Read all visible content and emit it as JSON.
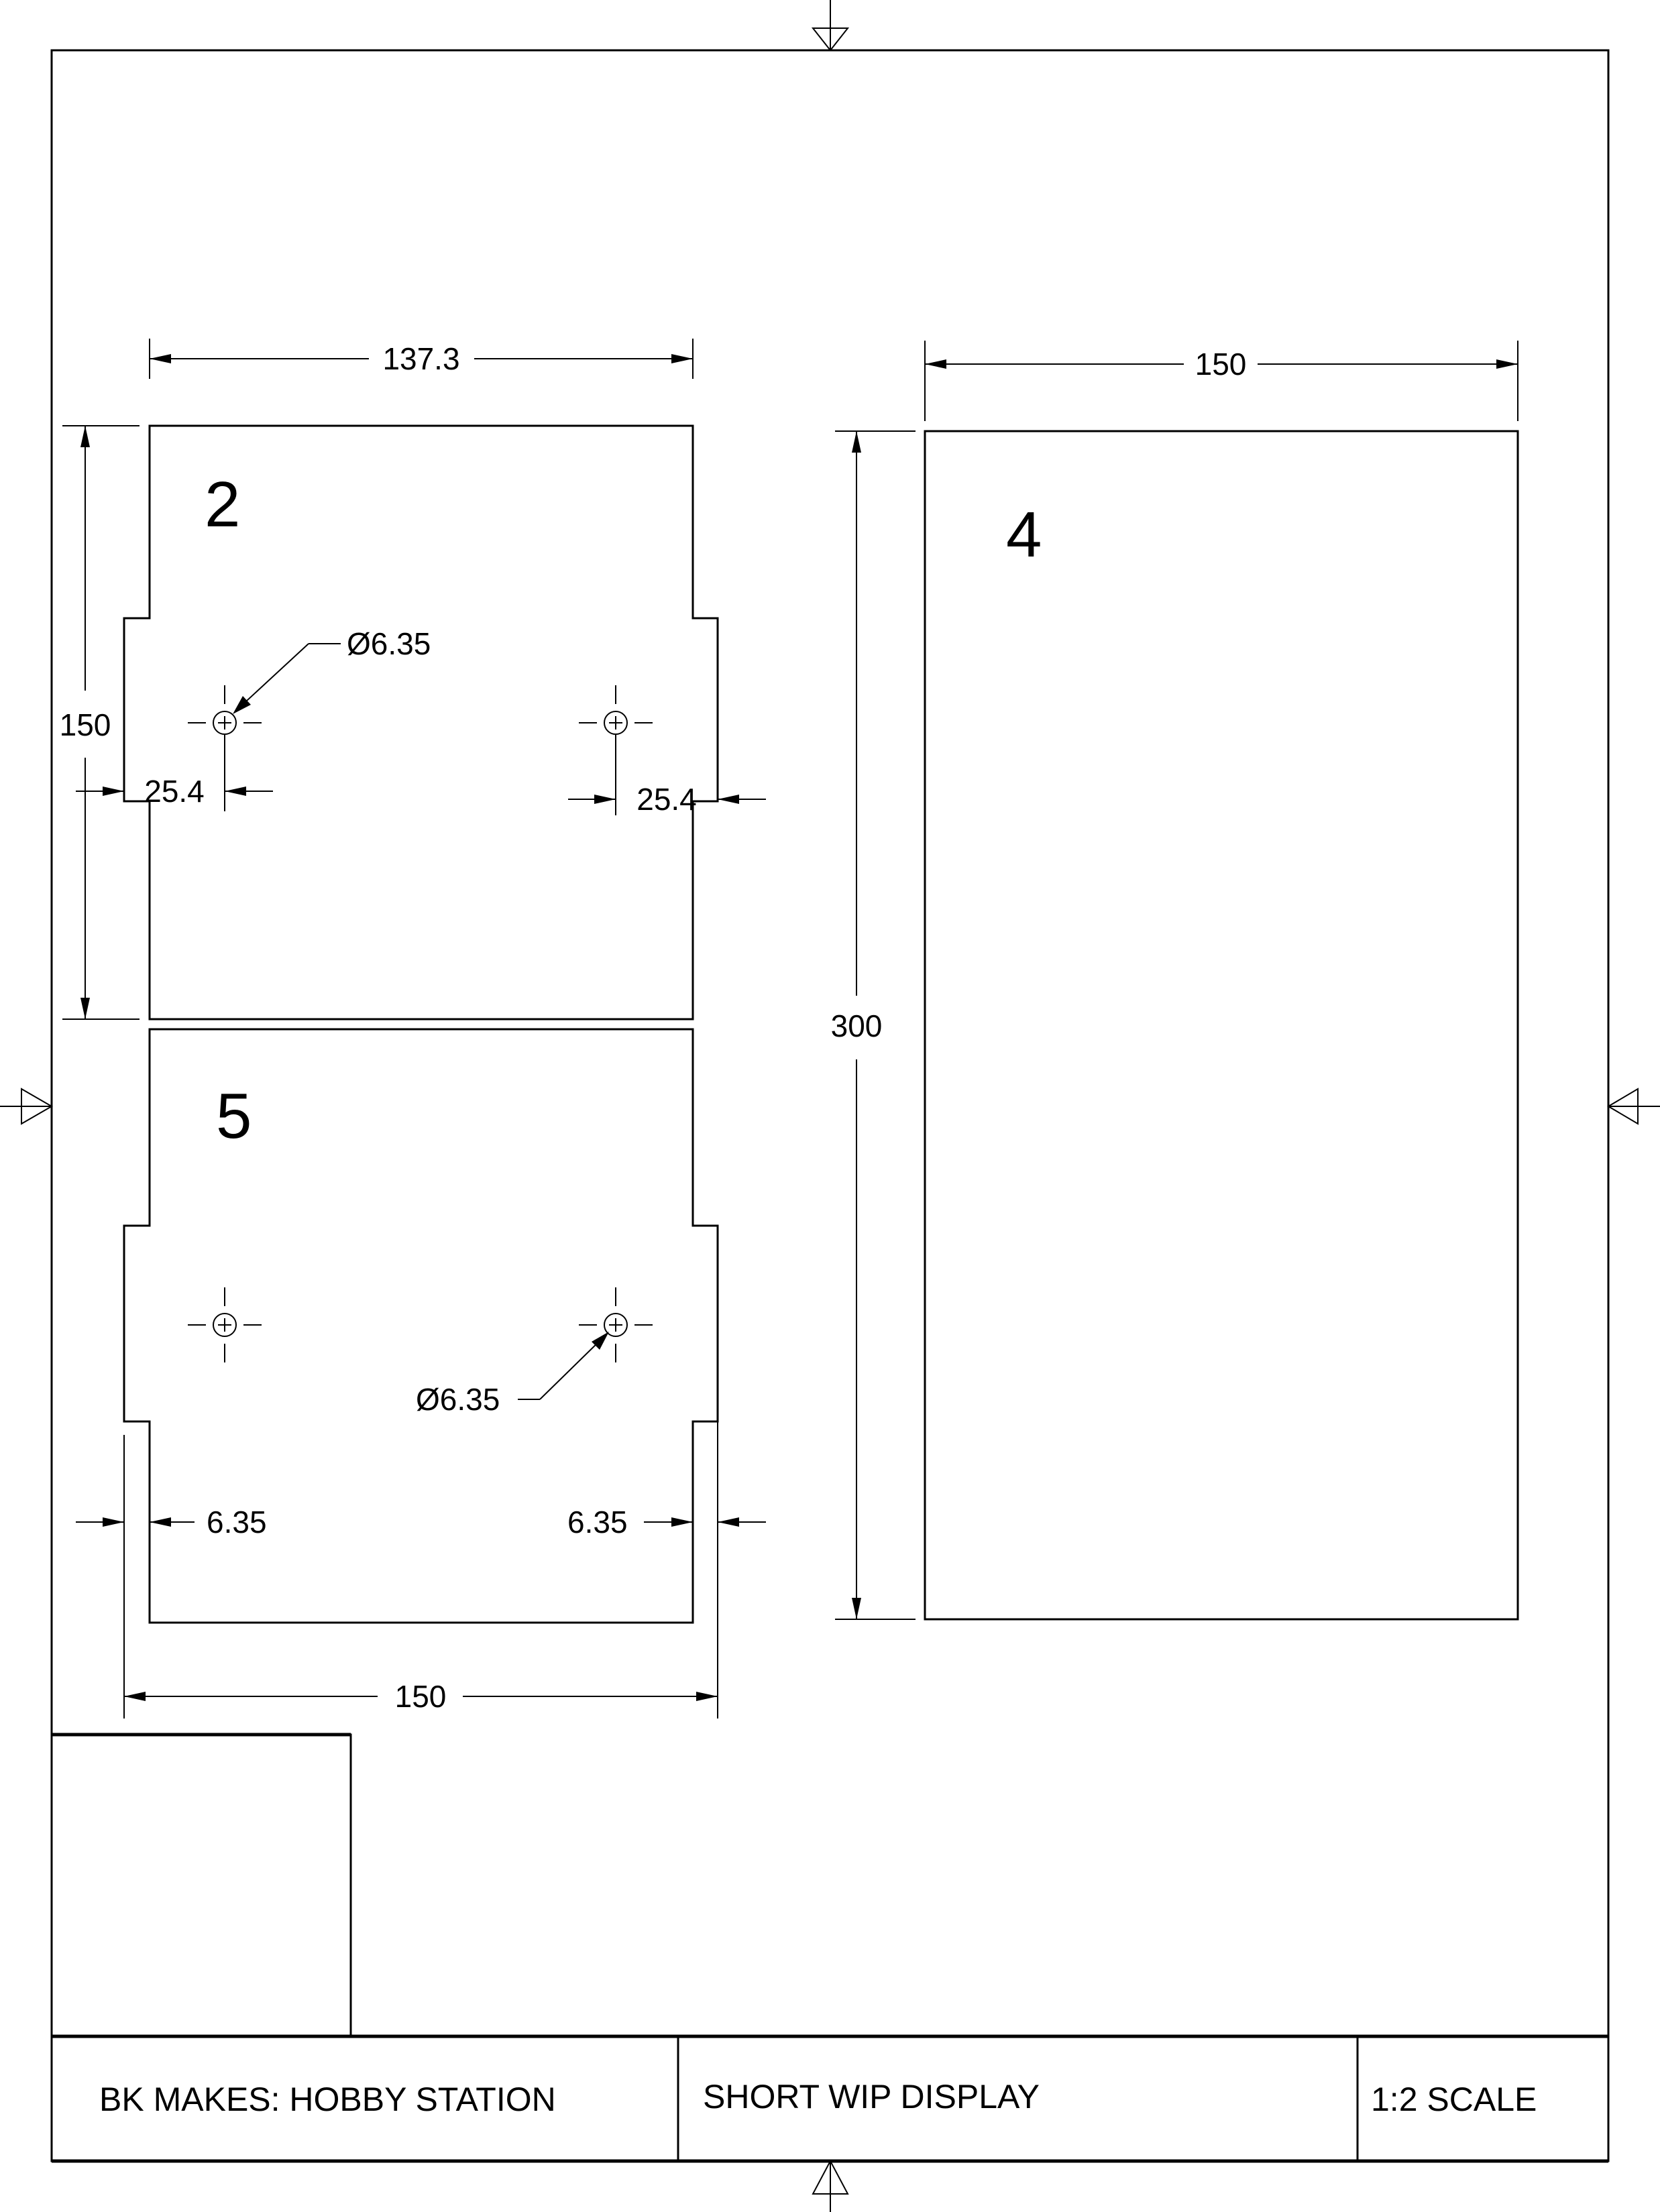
{
  "title_block": {
    "project": "BK MAKES: HOBBY STATION",
    "drawing_title": "SHORT WIP DISPLAY",
    "scale": "1:2 SCALE"
  },
  "parts": {
    "part_2": {
      "label": "2",
      "width_dim": "137.3",
      "height_dim": "150",
      "hole_dia": "Ø6.35",
      "left_offset": "25.4",
      "right_offset": "25.4"
    },
    "part_5": {
      "label": "5",
      "hole_dia": "Ø6.35",
      "left_tab": "6.35",
      "right_tab": "6.35",
      "overall_width": "150"
    },
    "part_4": {
      "label": "4",
      "width_dim": "150",
      "height_dim": "300"
    }
  },
  "colors": {
    "line": "#000000",
    "background": "#ffffff"
  }
}
